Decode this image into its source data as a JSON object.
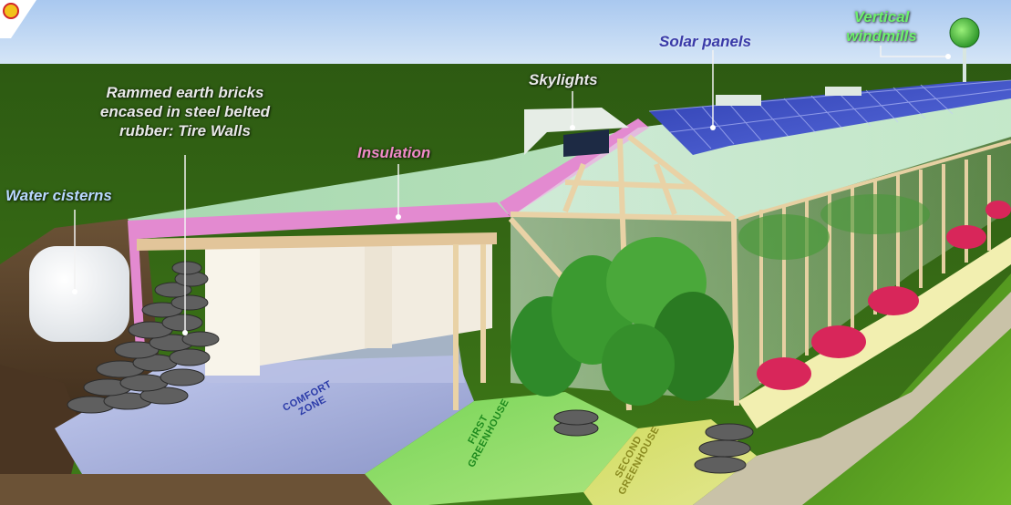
{
  "labels": {
    "water_cisterns": "Water cisterns",
    "tire_walls": [
      "Rammed earth bricks",
      "encased in steel belted",
      "rubber: Tire Walls"
    ],
    "insulation": "Insulation",
    "skylights": "Skylights",
    "solar_panels": "Solar panels",
    "vertical_windmills": [
      "Vertical",
      "windmills"
    ]
  },
  "zones": {
    "comfort_zone": [
      "COMFORT",
      "ZONE"
    ],
    "first_greenhouse": [
      "FIRST",
      "GREENHOUSE"
    ],
    "second_greenhouse": [
      "SECOND",
      "GREENHOUSE"
    ]
  },
  "colors": {
    "water_cisterns": "#b9d8ff",
    "tire_walls": "#e8e8e8",
    "insulation": "#f08ac8",
    "skylights": "#e8e8e8",
    "solar_panels": "#3a3aa8",
    "vertical_windmills": "#6ef06e",
    "comfort_zone": "#2a3aa8",
    "first_greenhouse": "#1e8a1e",
    "second_greenhouse": "#8a8a20"
  },
  "icons": [
    "logo-icon",
    "windmill-icon"
  ]
}
